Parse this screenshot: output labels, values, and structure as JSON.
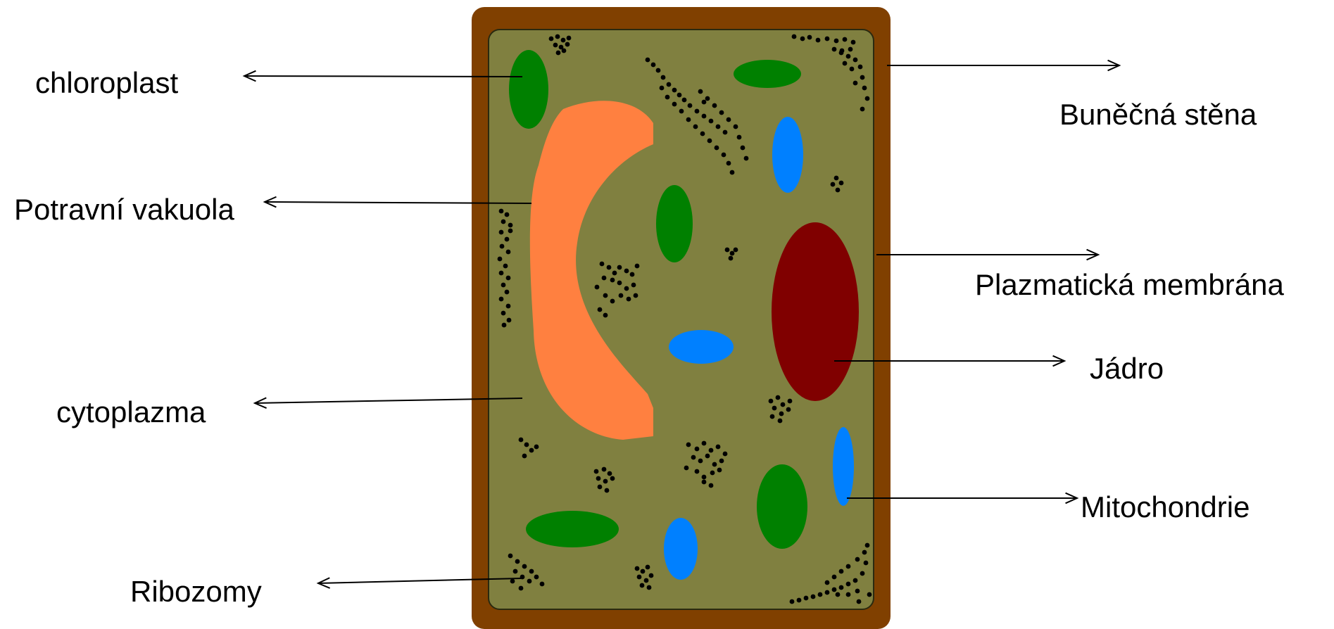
{
  "labels": {
    "chloroplast": "chloroplast",
    "food_vacuole": "Potravní vakuola",
    "cytoplasm": "cytoplazma",
    "ribosomes": "Ribozomy",
    "cell_wall": "Buněčná stěna",
    "plasma_membrane": "Plazmatická membrána",
    "nucleus": "Jádro",
    "mitochondria": "Mitochondrie"
  },
  "colors": {
    "cell_wall": "#804000",
    "cytoplasm": "#808040",
    "chloroplast": "#008000",
    "vacuole": "#FF8040",
    "mitochondrion": "#0080FF",
    "nucleus": "#800000",
    "ribosome": "#000000",
    "pointer_line": "#000000"
  }
}
